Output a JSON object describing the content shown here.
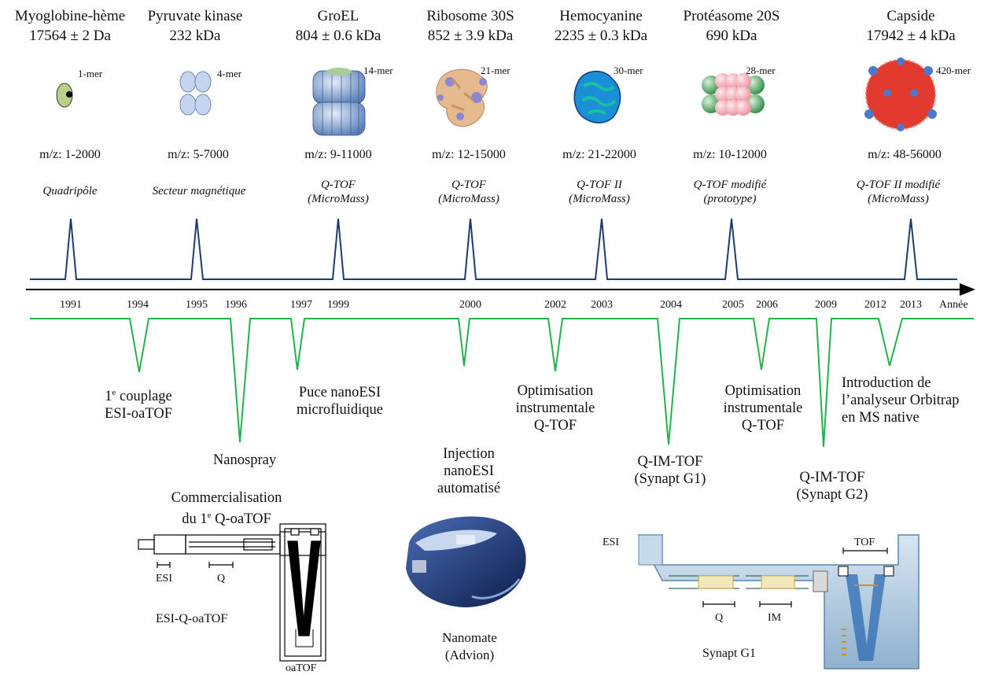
{
  "proteins": [
    {
      "name": "Myoglobine-hème",
      "mass": "17564 ± 2 Da",
      "oligomer": "1-mer",
      "mz": "m/z: 1-2000",
      "instrument": [
        "Quadripôle"
      ]
    },
    {
      "name": "Pyruvate kinase",
      "mass": "232 kDa",
      "oligomer": "4-mer",
      "mz": "m/z: 5-7000",
      "instrument": [
        "Secteur magnétique"
      ]
    },
    {
      "name": "GroEL",
      "mass": "804 ± 0.6 kDa",
      "oligomer": "14-mer",
      "mz": "m/z: 9-11000",
      "instrument": [
        "Q-TOF",
        "(MicroMass)"
      ]
    },
    {
      "name": "Ribosome 30S",
      "mass": "852 ± 3.9 kDa",
      "oligomer": "21-mer",
      "mz": "m/z: 12-15000",
      "instrument": [
        "Q-TOF",
        "(MicroMass)"
      ]
    },
    {
      "name": "Hemocyanine",
      "mass": "2235 ± 0.3 kDa",
      "oligomer": "30-mer",
      "mz": "m/z: 21-22000",
      "instrument": [
        "Q-TOF II",
        "(MicroMass)"
      ]
    },
    {
      "name": "Protéasome 20S",
      "mass": "690 kDa",
      "oligomer": "28-mer",
      "mz": "m/z: 10-12000",
      "instrument": [
        "Q-TOF modifié",
        "(prototype)"
      ]
    },
    {
      "name": "Capside",
      "mass": "17942 ± 4 kDa",
      "oligomer": "420-mer",
      "mz": "m/z: 48-56000",
      "instrument": [
        "Q-TOF II modifié",
        "(MicroMass)"
      ]
    }
  ],
  "timeline": {
    "axis_label": "Année",
    "years": [
      "1991",
      "1994",
      "1995",
      "1996",
      "1997",
      "1999",
      "2000",
      "2002",
      "2003",
      "2004",
      "2005",
      "2006",
      "2009",
      "2012",
      "2013"
    ]
  },
  "events": [
    {
      "id": "couplage",
      "lines": [
        "1e couplage",
        "ESI-oaTOF"
      ]
    },
    {
      "id": "nanospray",
      "lines": [
        "Nanospray"
      ]
    },
    {
      "id": "puce",
      "lines": [
        "Puce nanoESI",
        "microfluidique"
      ]
    },
    {
      "id": "injection",
      "lines": [
        "Injection",
        "nanoESI",
        "automatisé"
      ]
    },
    {
      "id": "optim1",
      "lines": [
        "Optimisation",
        "instrumentale",
        "Q-TOF"
      ]
    },
    {
      "id": "synapt1",
      "lines": [
        "Q-IM-TOF",
        "(Synapt G1)"
      ]
    },
    {
      "id": "optim2",
      "lines": [
        "Optimisation",
        "instrumentale",
        "Q-TOF"
      ]
    },
    {
      "id": "synapt2",
      "lines": [
        "Q-IM-TOF",
        "(Synapt G2)"
      ]
    },
    {
      "id": "orbitrap",
      "lines": [
        "Introduction de",
        "l’analyseur Orbitrap",
        "en MS native"
      ]
    },
    {
      "id": "commercial",
      "lines": [
        "Commercialisation",
        "du 1e Q-oaTOF"
      ]
    }
  ],
  "instruments": {
    "qoatof": {
      "esi": "ESI",
      "q": "Q",
      "name": "ESI-Q-oaTOF",
      "tof": "oaTOF"
    },
    "nanomate": {
      "lines": [
        "Nanomate",
        "(Advion)"
      ]
    },
    "synapt": {
      "esi": "ESI",
      "q": "Q",
      "im": "IM",
      "tof": "TOF",
      "name": "Synapt G1"
    }
  },
  "colors": {
    "blue_line": "#1f3b6e",
    "green_line": "#22b24c"
  }
}
